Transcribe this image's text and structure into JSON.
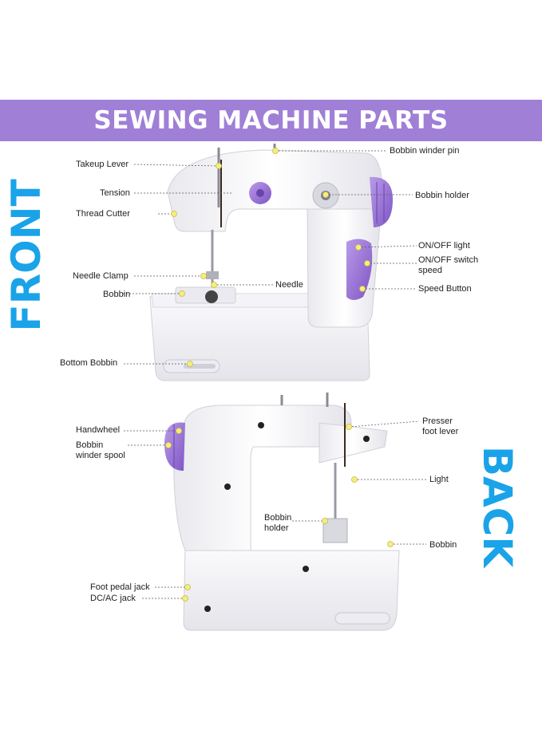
{
  "title": "SEWING MACHINE PARTS",
  "sides": {
    "front": "FRONT",
    "back": "BACK"
  },
  "colors": {
    "banner": "#a07fd6",
    "side_text": "#1aa3e8",
    "accent_purple": "#9b72cf",
    "marker": "#f4ef7a"
  },
  "front_labels": {
    "takeup_lever": "Takeup Lever",
    "tension": "Tension",
    "thread_cutter": "Thread Cutter",
    "needle_clamp": "Needle Clamp",
    "bobbin": "Bobbin",
    "bottom_bobbin": "Bottom Bobbin",
    "needle": "Needle",
    "bobbin_winder_pin": "Bobbin winder pin",
    "bobbin_holder": "Bobbin holder",
    "onoff_light": "ON/OFF light",
    "onoff_switch_speed_line1": "ON/OFF switch",
    "onoff_switch_speed_line2": "speed",
    "speed_button": "Speed Button"
  },
  "back_labels": {
    "handwheel": "Handwheel",
    "bobbin_winder_spool_line1": "Bobbin",
    "bobbin_winder_spool_line2": "winder spool",
    "foot_pedal_jack": "Foot pedal jack",
    "dcac_jack": "DC/AC jack",
    "presser_foot_lever_line1": "Presser",
    "presser_foot_lever_line2": "foot lever",
    "light": "Light",
    "bobbin_holder_line1": "Bobbin",
    "bobbin_holder_line2": "holder",
    "bobbin": "Bobbin"
  }
}
